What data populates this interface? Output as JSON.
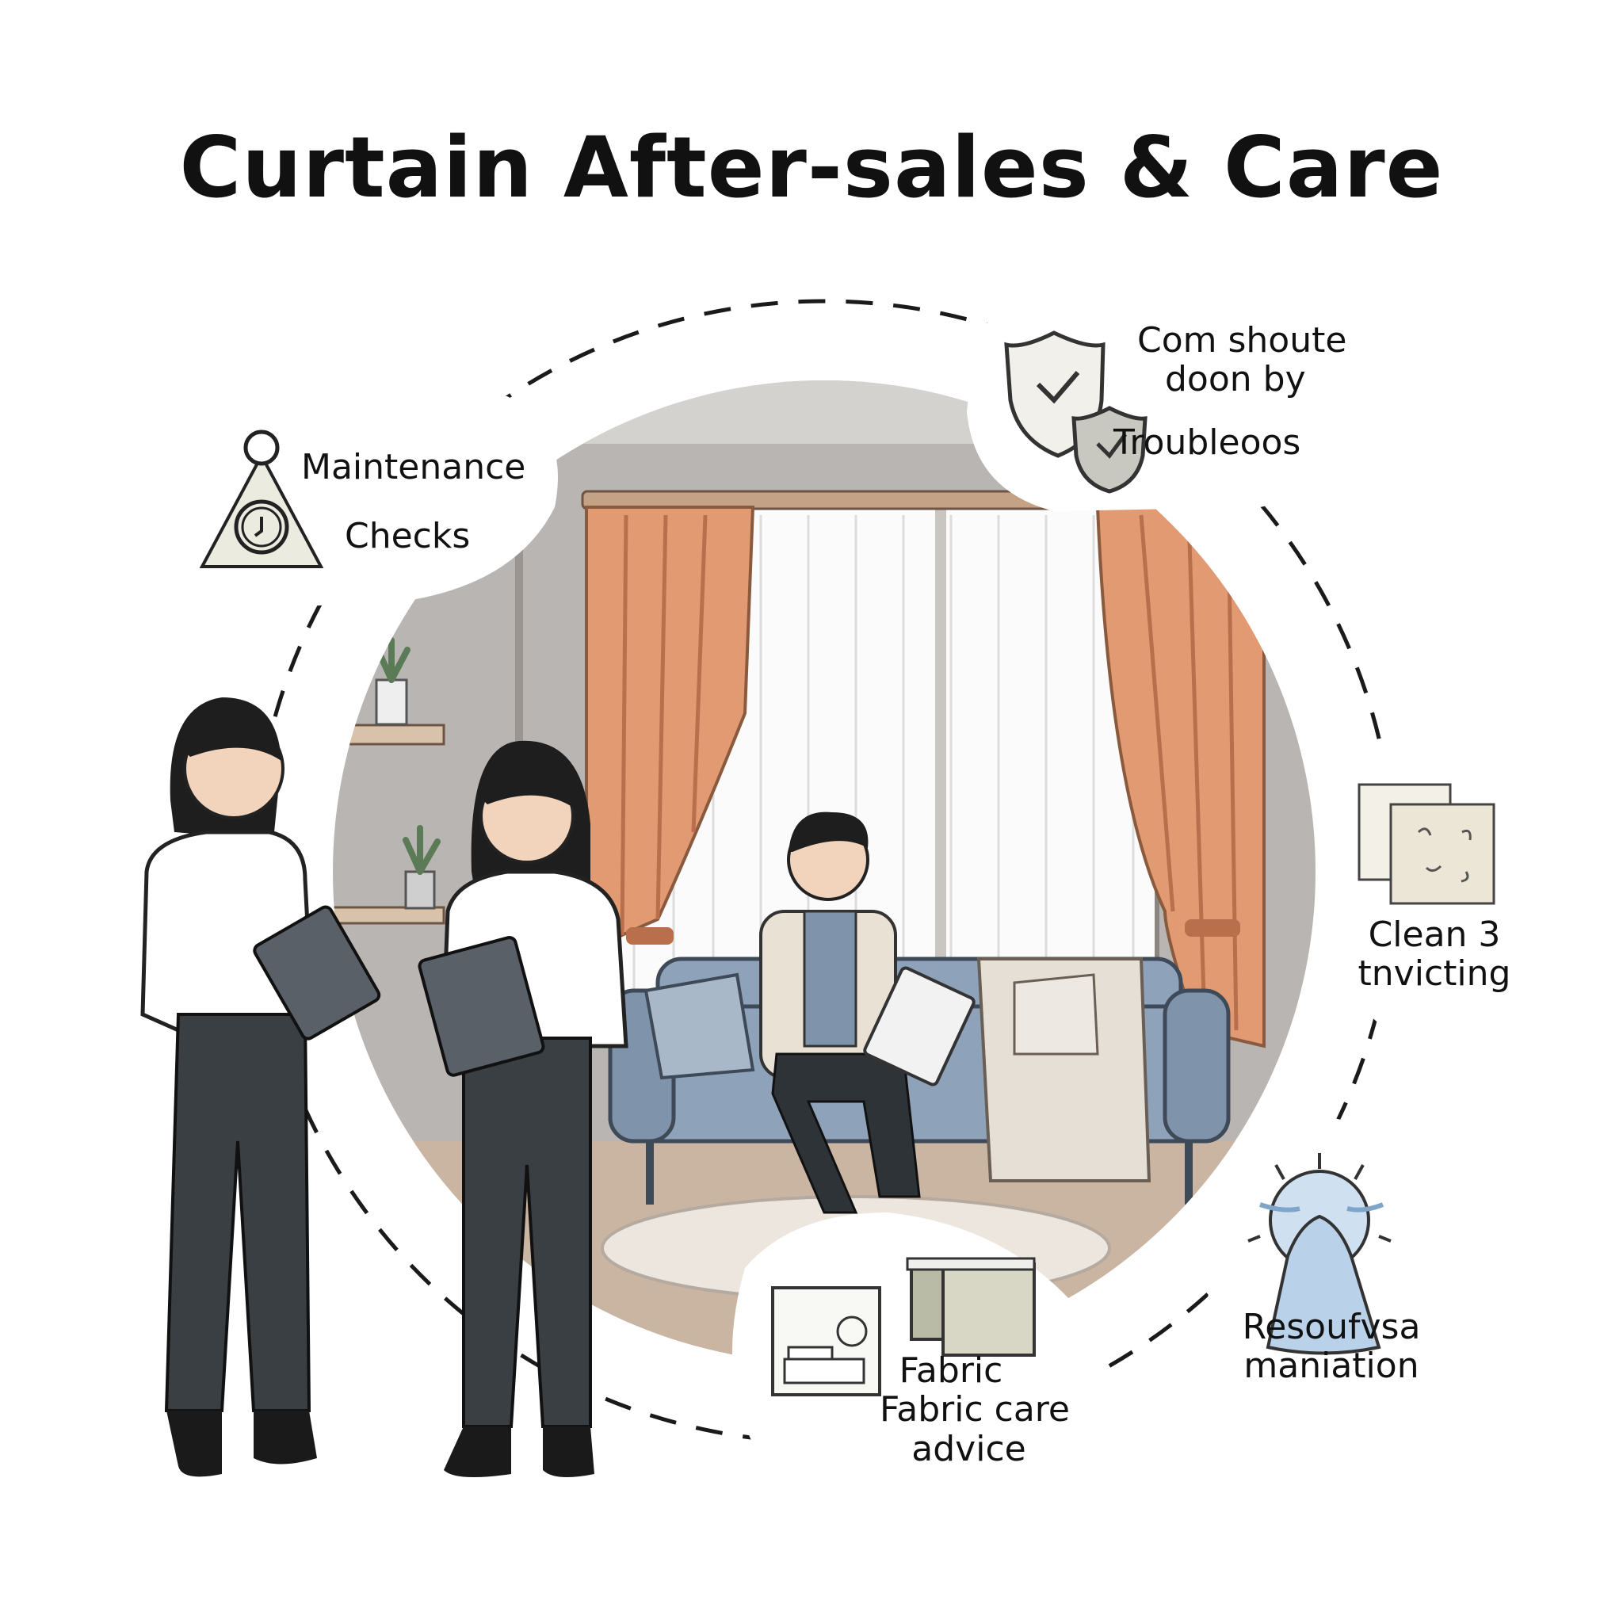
{
  "title": "Curtain After-sales & Care",
  "colors": {
    "curtain": "#e29a72",
    "curtain_dark": "#b96f4c",
    "wall": "#b9b5b3",
    "sofa": "#8ea2b9",
    "sheer": "#f4f4f4",
    "floor": "#c9b5a1",
    "ink": "#1a1a1a"
  },
  "callouts": {
    "maintenance": {
      "line1": "Maintenance",
      "line2": "Checks",
      "icon": "clock-tag-icon"
    },
    "troubleshoot": {
      "line1": "Com shoute",
      "line2": "doon by",
      "line3": "Troubleoos",
      "icon": "shield-check-icon"
    },
    "cleaning": {
      "line1": "Clean 3",
      "line2": "tnvicting",
      "icon": "fabric-swatch-icon"
    },
    "fabric": {
      "line1": "Fabric",
      "line2": "Fabric care",
      "line3": "advice",
      "icon": "fabric-care-icon"
    },
    "restoration": {
      "line1": "Resoufvsa",
      "line2": "maniation",
      "icon": "steam-curtain-icon"
    }
  }
}
